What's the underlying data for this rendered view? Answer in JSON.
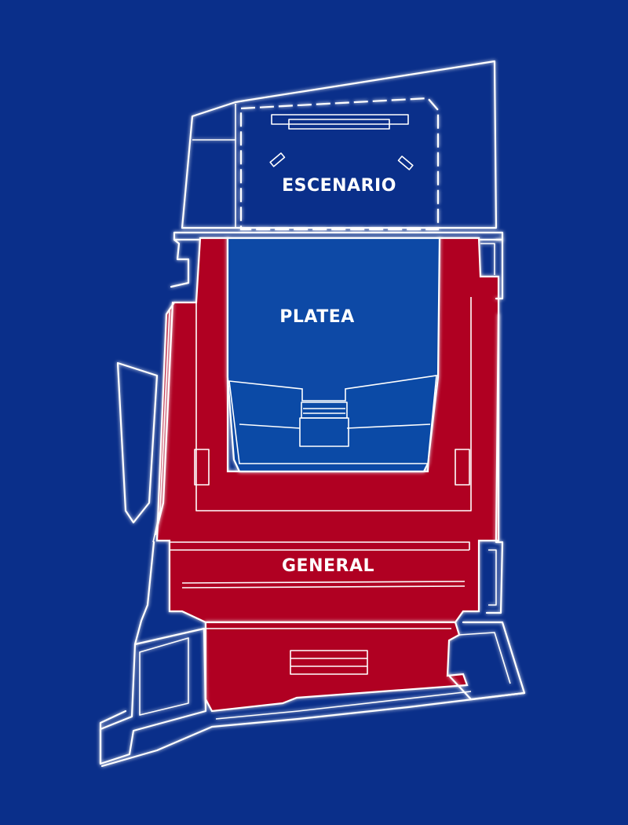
{
  "map": {
    "background_color": "#0a2f8a",
    "outline_color": "#ffffff"
  },
  "sections": {
    "escenario": {
      "label": "ESCENARIO",
      "color": "#0a2f8a"
    },
    "platea": {
      "label": "PLATEA",
      "color": "#0b4aa6"
    },
    "general": {
      "label": "GENERAL",
      "color": "#b00020"
    }
  }
}
